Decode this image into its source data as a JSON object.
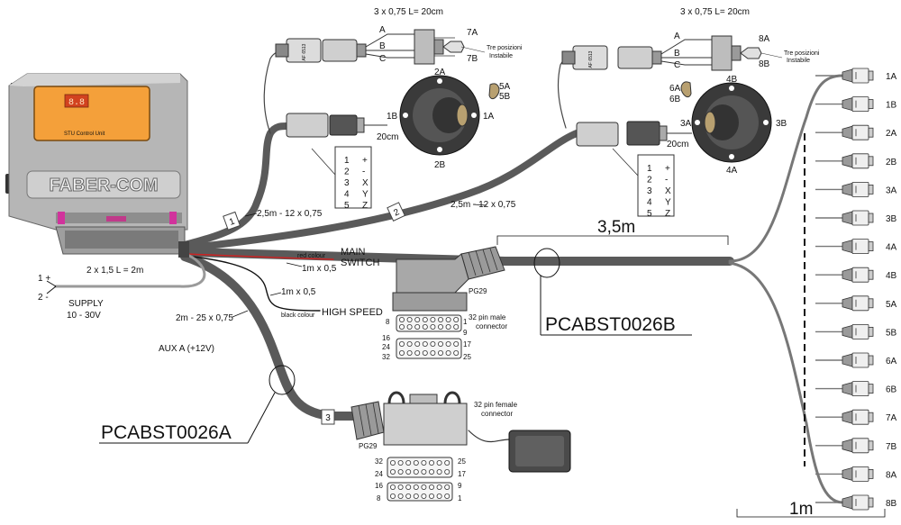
{
  "ecu": {
    "brand": "FABER-COM",
    "label": "STU Control Unit",
    "display": "8.8"
  },
  "supply": {
    "pin_pos": "1 +",
    "pin_neg": "2 -",
    "label": "SUPPLY",
    "voltage": "10 - 30V",
    "cable": "2 x 1,5 L = 2m"
  },
  "cables": {
    "c1_length": "2,5m - 12 x 0,75",
    "c2_length": "2,5m - 12 x 0,75",
    "c3_length": "2m - 25 x 0,75",
    "tag1": "1",
    "tag2": "2",
    "tag3": "3",
    "main_switch_colour": "red colour",
    "main_switch_cable": "1m x 0,5",
    "main_switch_label_1": "MAIN",
    "main_switch_label_2": "SWITCH",
    "high_speed_cable": "1m x 0,5",
    "high_speed_colour": "black colour",
    "high_speed_label": "HIGH SPEED",
    "aux": "AUX A (+12V)",
    "bundle_length": "3,5m",
    "fan_length": "1m"
  },
  "pinout": {
    "rows": [
      {
        "num": "1",
        "sign": "+"
      },
      {
        "num": "2",
        "sign": "-"
      },
      {
        "num": "3",
        "sign": "X"
      },
      {
        "num": "4",
        "sign": "Y"
      },
      {
        "num": "5",
        "sign": "Z"
      }
    ]
  },
  "switch_left": {
    "cable_spec": "3 x 0,75 L= 20cm",
    "wire_a": "A",
    "wire_b": "B",
    "wire_c": "C",
    "pos_top": "7A",
    "pos_bottom": "7B",
    "note_1": "Tre posizioni",
    "note_2": "Instabile",
    "plug_text": "AF 6513"
  },
  "switch_right": {
    "cable_spec": "3 x 0,75 L= 20cm",
    "wire_a": "A",
    "wire_b": "B",
    "wire_c": "C",
    "pos_top": "8A",
    "pos_bottom": "8B",
    "note_1": "Tre posizioni",
    "note_2": "Instabile",
    "plug_text": "AF 6513"
  },
  "joystick_left": {
    "top": "2A",
    "bottom": "2B",
    "left": "1B",
    "right": "1A",
    "side_a": "5A",
    "side_b": "5B",
    "lead": "20cm"
  },
  "joystick_right": {
    "top": "4B",
    "bottom": "4A",
    "left": "3A",
    "right": "3B",
    "side_a": "6A",
    "side_b": "6B",
    "lead": "20cm"
  },
  "connector_male": {
    "gland": "PG29",
    "desc_1": "32 pin male",
    "desc_2": "connector",
    "pins": {
      "tl": "8",
      "tr": "1",
      "ml": "16",
      "mr": "9",
      "nl": "24",
      "nr": "17",
      "bl": "32",
      "br": "25"
    }
  },
  "connector_female": {
    "gland": "PG29",
    "desc_1": "32 pin female",
    "desc_2": "connector",
    "pins": {
      "tl": "32",
      "tr": "25",
      "ml": "24",
      "mr": "17",
      "nl": "16",
      "nr": "9",
      "bl": "8",
      "br": "1"
    }
  },
  "part_codes": {
    "a": "PCABST0026A",
    "b": "PCABST0026B"
  },
  "outputs": [
    "1A",
    "1B",
    "2A",
    "2B",
    "3A",
    "3B",
    "4A",
    "4B",
    "5A",
    "5B",
    "6A",
    "6B",
    "7A",
    "7B",
    "8A",
    "8B"
  ]
}
